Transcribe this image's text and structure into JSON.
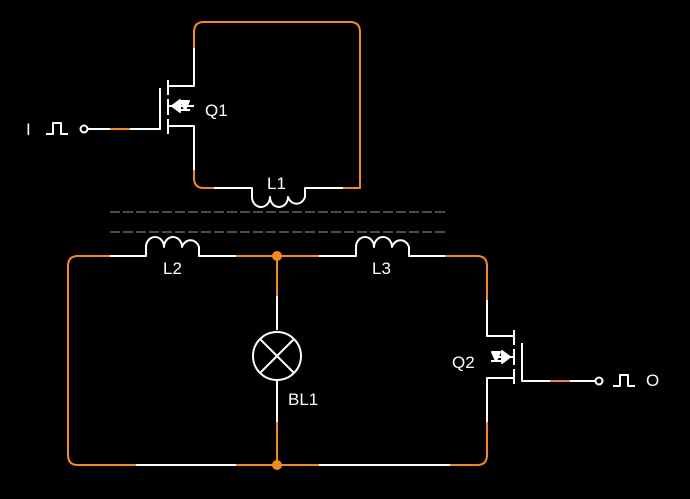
{
  "colors": {
    "background": "#000000",
    "wire": "#f08a24",
    "component": "#ffffff"
  },
  "components": {
    "q1": {
      "label": "Q1",
      "type": "mosfet"
    },
    "q2": {
      "label": "Q2",
      "type": "mosfet"
    },
    "l1": {
      "label": "L1",
      "type": "inductor"
    },
    "l2": {
      "label": "L2",
      "type": "inductor"
    },
    "l3": {
      "label": "L3",
      "type": "inductor"
    },
    "bl1": {
      "label": "BL1",
      "type": "lamp"
    }
  },
  "ports": {
    "input": {
      "label": "I",
      "icon": "pulse-icon"
    },
    "output": {
      "label": "O",
      "icon": "pulse-icon"
    }
  }
}
